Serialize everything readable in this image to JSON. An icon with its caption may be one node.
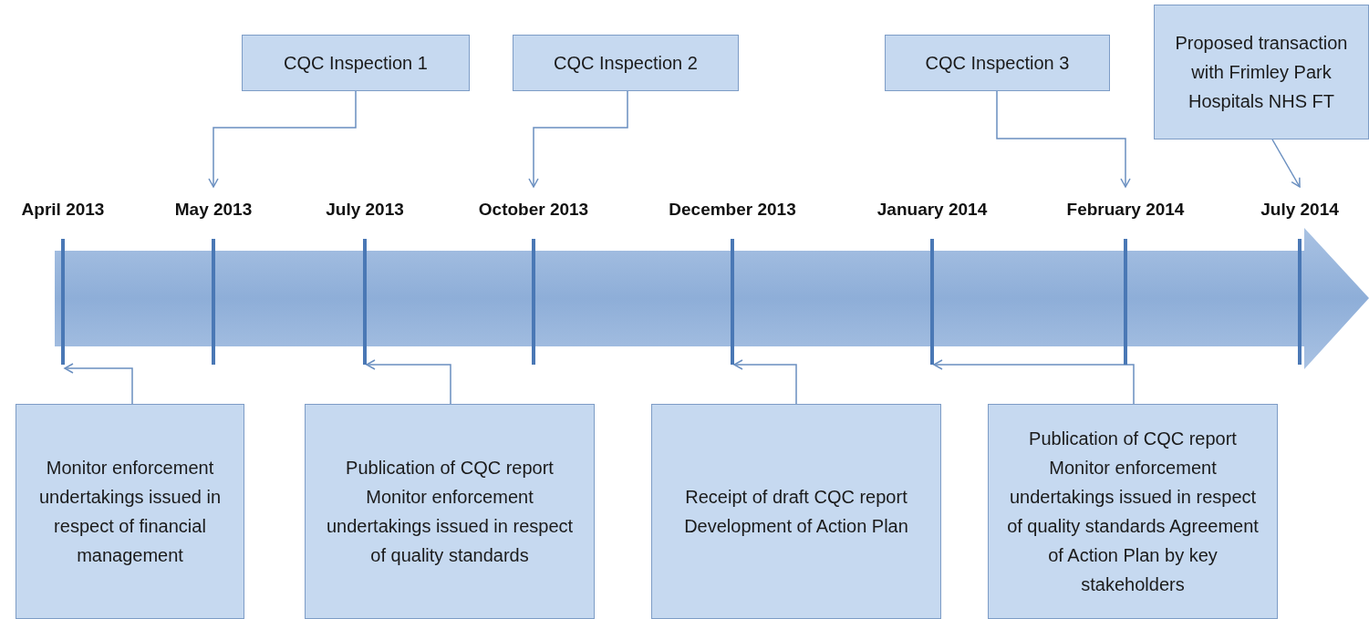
{
  "diagram": {
    "nodes": [
      {
        "text": [
          "CQC Inspection 1"
        ]
      },
      {
        "text": [
          "CQC Inspection 2"
        ]
      },
      {
        "text": [
          "CQC Inspection 3"
        ]
      },
      {
        "text": [
          "Proposed transaction with Frimley Park Hospitals NHS FT"
        ]
      },
      {
        "text": [
          "April 2013"
        ]
      },
      {
        "text": [
          "May 2013"
        ]
      },
      {
        "text": [
          "July 2013"
        ]
      },
      {
        "text": [
          "October 2013"
        ]
      },
      {
        "text": [
          "December 2013"
        ]
      },
      {
        "text": [
          "January 2014"
        ]
      },
      {
        "text": [
          "February 2014"
        ]
      },
      {
        "text": [
          "July 2014"
        ]
      },
      {
        "text": [
          "Monitor enforcement undertakings issued in respect of financial management"
        ]
      },
      {
        "text": [
          "Publication of CQC report Monitor enforcement undertakings issued in respect of quality standards"
        ]
      },
      {
        "text": [
          "Receipt of draft CQC report Development of Action Plan"
        ]
      },
      {
        "text": [
          "Publication of CQC report Monitor enforcement undertakings issued in respect of quality standards Agreement of Action Plan by key stakeholders"
        ]
      }
    ],
    "edges": [
      {
        "from": 0,
        "to": 5,
        "arrow": "to"
      },
      {
        "from": 1,
        "to": 7,
        "arrow": "to"
      },
      {
        "from": 2,
        "to": 10,
        "arrow": "to"
      },
      {
        "from": 3,
        "to": 11,
        "arrow": "to"
      },
      {
        "from": 12,
        "to": 4,
        "arrow": "to"
      },
      {
        "from": 13,
        "to": 6,
        "arrow": "to"
      },
      {
        "from": 14,
        "to": 8,
        "arrow": "to"
      },
      {
        "from": 15,
        "to": 9,
        "arrow": "to"
      }
    ]
  }
}
